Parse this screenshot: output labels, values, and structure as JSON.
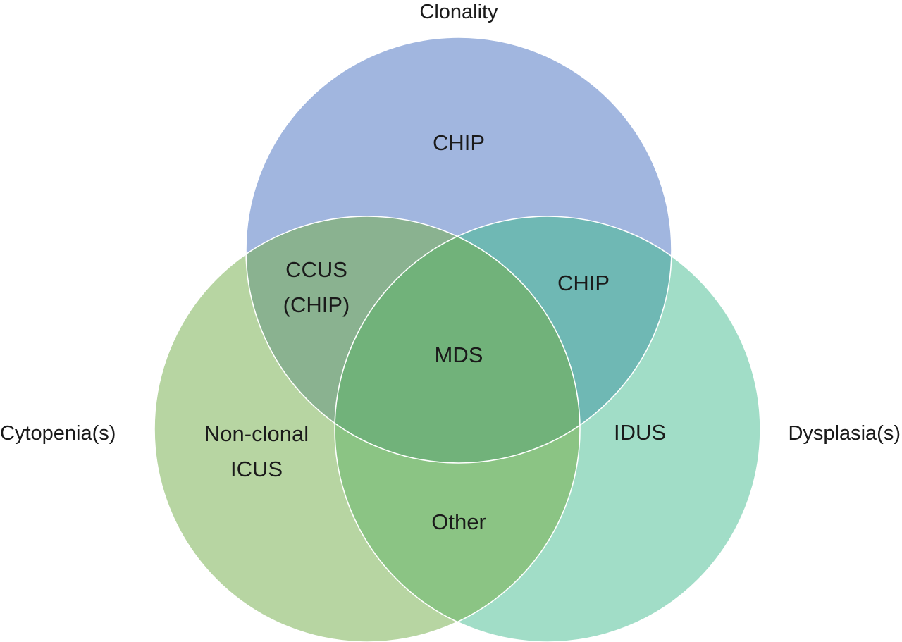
{
  "sets": {
    "clonality": {
      "label": "Clonality"
    },
    "cytopenia": {
      "label": "Cytopenia(s)"
    },
    "dysplasia": {
      "label": "Dysplasia(s)"
    }
  },
  "regions": {
    "clonality_only": "CHIP",
    "clonality_cytopenia": [
      "CCUS",
      "(CHIP)"
    ],
    "clonality_dysplasia": "CHIP",
    "all_three": "MDS",
    "cytopenia_only": [
      "Non-clonal",
      "ICUS"
    ],
    "dysplasia_only": "IDUS",
    "cytopenia_dysplasia": "Other"
  },
  "colors": {
    "clonality_only": "#a1b6df",
    "clonality_cytopenia": "#8ab290",
    "clonality_dysplasia": "#6fb8b4",
    "all_three": "#71b27a",
    "cytopenia_only": "#b7d5a2",
    "dysplasia_only": "#a1ddc7",
    "cytopenia_dysplasia": "#8bc484",
    "outline": "#ffffff"
  }
}
